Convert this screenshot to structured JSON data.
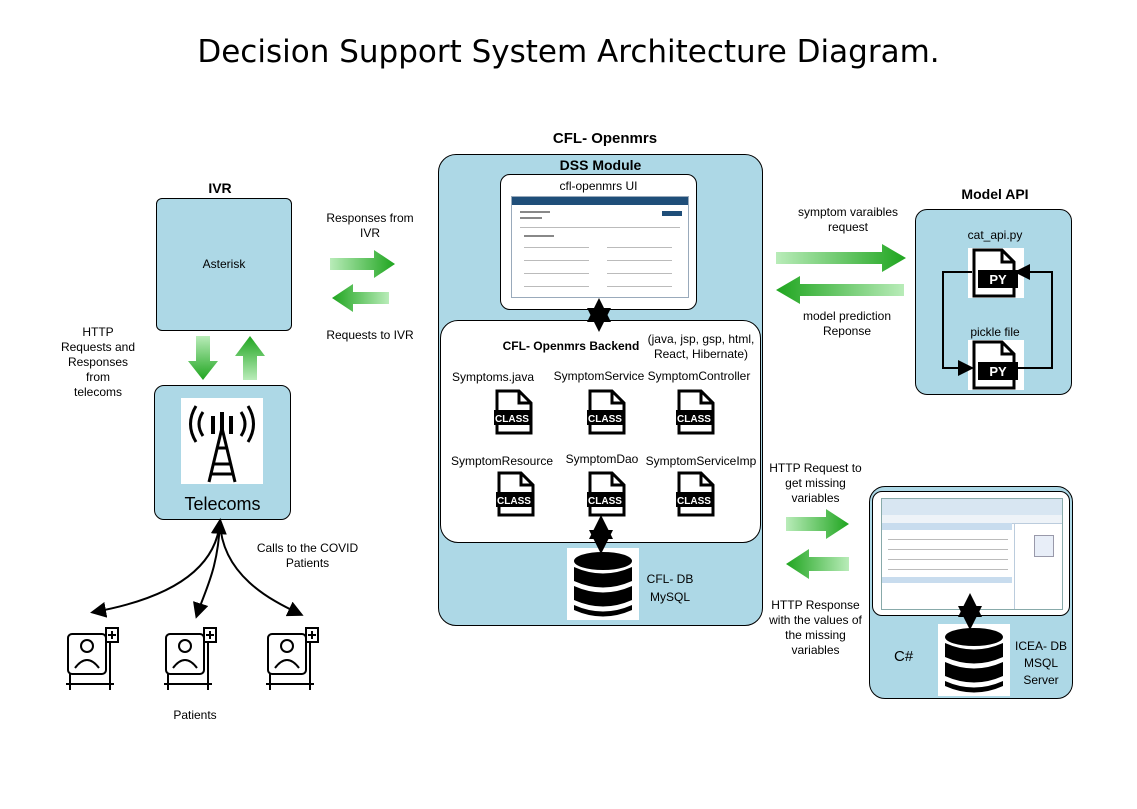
{
  "title": "Decision Support System Architecture Diagram.",
  "ivr": {
    "header": "IVR",
    "asterisk": "Asterisk",
    "telecoms": "Telecoms",
    "http_note": "HTTP\nRequests and\nResponses\nfrom\ntelecoms",
    "calls_note": "Calls to the COVID\nPatients",
    "patients": "Patients"
  },
  "arrows_ivr": {
    "responses": "Responses from\nIVR",
    "requests": "Requests to IVR"
  },
  "openmrs": {
    "header": "CFL- Openmrs",
    "module": "DSS Module",
    "ui_label": "cfl-openmrs UI",
    "backend_label": "CFL- Openmrs Backend",
    "tech_note": "(java, jsp, gsp, html,\nReact, Hibernate)",
    "classes": [
      {
        "name": "Symptoms.java",
        "badge": "CLASS"
      },
      {
        "name": "SymptomService",
        "badge": "CLASS"
      },
      {
        "name": "SymptomController",
        "badge": "CLASS"
      },
      {
        "name": "SymptomResource",
        "badge": "CLASS"
      },
      {
        "name": "SymptomDao",
        "badge": "CLASS"
      },
      {
        "name": "SymptomServiceImp",
        "badge": "CLASS"
      }
    ],
    "db_label": "CFL- DB\nMySQL"
  },
  "model_api": {
    "header": "Model API",
    "file1": "cat_api.py",
    "file2": "pickle file",
    "badge": "PY",
    "request_note": "symptom varaibles\nrequest",
    "response_note": "model prediction\nReponse"
  },
  "icea": {
    "request_note": "HTTP Request to\nget missing\nvariables",
    "response_note": "HTTP Response\nwith the values of\nthe missing\nvariables",
    "lang": "C#",
    "db_label": "ICEA- DB\nMSQL\nServer"
  },
  "colors": {
    "panel": "#add8e6",
    "arrow_green_light": "#8fe08f",
    "arrow_green_dark": "#22a822"
  }
}
